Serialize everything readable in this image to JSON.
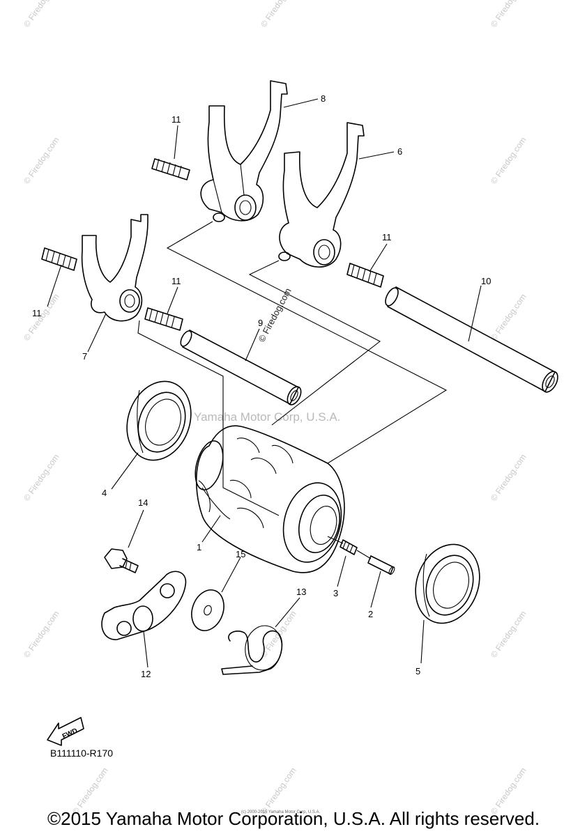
{
  "watermark": {
    "site": "© Firedog.com",
    "center": "Yamaha Motor Corp, U.S.A."
  },
  "callouts": {
    "c1": "1",
    "c2": "2",
    "c3": "3",
    "c4": "4",
    "c5": "5",
    "c6": "6",
    "c7": "7",
    "c8": "8",
    "c9": "9",
    "c10": "10",
    "c11a": "11",
    "c11b": "11",
    "c11c": "11",
    "c11d": "11",
    "c12": "12",
    "c13": "13",
    "c14": "14",
    "c15": "15"
  },
  "fwd_label": "FWD",
  "diagram_code": "B111110-R170",
  "tiny_note": "(c) 2000-2015 Yamaha Motor Corp, U.S.A.",
  "copyright": "©2015 Yamaha Motor Corporation, U.S.A. All rights reserved."
}
